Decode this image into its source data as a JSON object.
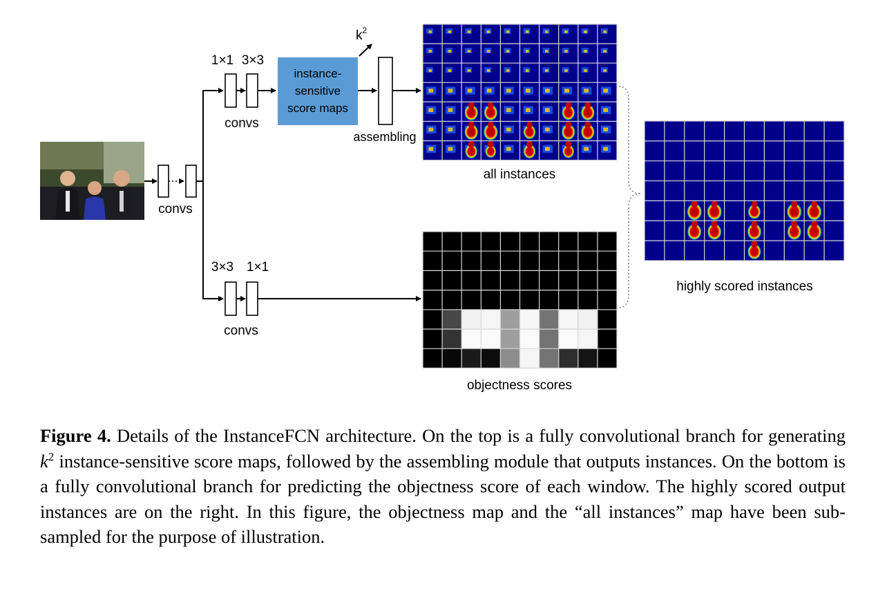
{
  "figure": {
    "labels": {
      "convs_backbone": "convs",
      "top_k1": "1×1",
      "top_k2": "3×3",
      "top_convs": "convs",
      "score_maps_line1": "instance-",
      "score_maps_line2": "sensitive",
      "score_maps_line3": "score maps",
      "k_base": "k",
      "k_exp": "2",
      "assembling": "assembling",
      "all_instances": "all instances",
      "bottom_k1": "3×3",
      "bottom_k2": "1×1",
      "bottom_convs": "convs",
      "objectness_scores": "objectness scores",
      "highly_scored": "highly scored instances"
    },
    "colors": {
      "score_maps_box": "#5b9bd5",
      "heatmap_background": "#00008b",
      "heatmap_hot": "#b00000"
    },
    "objectness_grid": [
      [
        0,
        0,
        0,
        0,
        0,
        0,
        0,
        0,
        0,
        0
      ],
      [
        0,
        0,
        0,
        0,
        0,
        0,
        0,
        0,
        0,
        0
      ],
      [
        0,
        0,
        0,
        0,
        0,
        0,
        0,
        0,
        0,
        0
      ],
      [
        0,
        0,
        0,
        0,
        0,
        0,
        0,
        0,
        0,
        0
      ],
      [
        0,
        0.28,
        0.95,
        0.96,
        0.62,
        0.97,
        0.45,
        0.96,
        0.95,
        0
      ],
      [
        0,
        0.2,
        0.98,
        0.98,
        0.62,
        0.98,
        0.45,
        0.98,
        0.96,
        0
      ],
      [
        0,
        0.03,
        0.1,
        0.05,
        0.55,
        0.96,
        0.45,
        0.18,
        0.08,
        0
      ]
    ]
  },
  "caption": {
    "label": "Figure 4.",
    "text_before_k": " Details of the InstanceFCN architecture. On the top is a fully convolutional branch for generating ",
    "k_base": "k",
    "k_exp": "2",
    "text_after_k": " instance-sensitive score maps, followed by the assembling module that outputs instances. On the bottom is a fully convolutional branch for predicting the objectness score of each window. The highly scored output instances are on the right. In this figure, the objectness map and the “all instances” map have been sub-sampled for the purpose of illustration."
  }
}
